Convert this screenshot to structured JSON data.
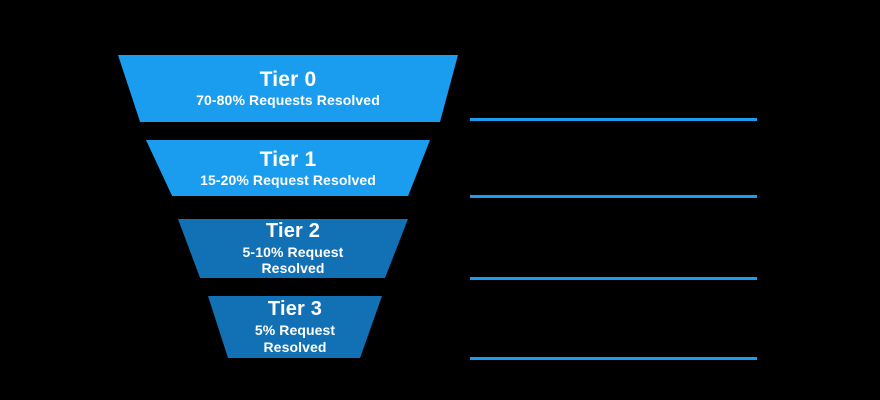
{
  "background_color": "#000000",
  "palette": {
    "tier_light_blue": "#1B9DEF",
    "tier_dark_blue": "#1271B5",
    "rule_blue": "#1B9DEF",
    "text_white": "#FFFFFF"
  },
  "funnel": {
    "type": "funnel",
    "stages": [
      {
        "id": "tier-0",
        "title": "Tier 0",
        "subtitle": "70-80% Requests Resolved",
        "percent_range": "70-80%",
        "color": "#1B9DEF"
      },
      {
        "id": "tier-1",
        "title": "Tier 1",
        "subtitle": "15-20% Request Resolved",
        "percent_range": "15-20%",
        "color": "#1B9DEF"
      },
      {
        "id": "tier-2",
        "title": "Tier 2",
        "subtitle": "5-10% Request Resolved",
        "percent_range": "5-10%",
        "color": "#1271B5"
      },
      {
        "id": "tier-3",
        "title": "Tier 3",
        "subtitle": "5% Request Resolved",
        "percent_range": "5%",
        "color": "#1271B5"
      }
    ]
  },
  "notes": {
    "rows": [
      {
        "id": "note-0",
        "text": ""
      },
      {
        "id": "note-1",
        "text": ""
      },
      {
        "id": "note-2",
        "text": ""
      },
      {
        "id": "note-3",
        "text": ""
      }
    ]
  }
}
